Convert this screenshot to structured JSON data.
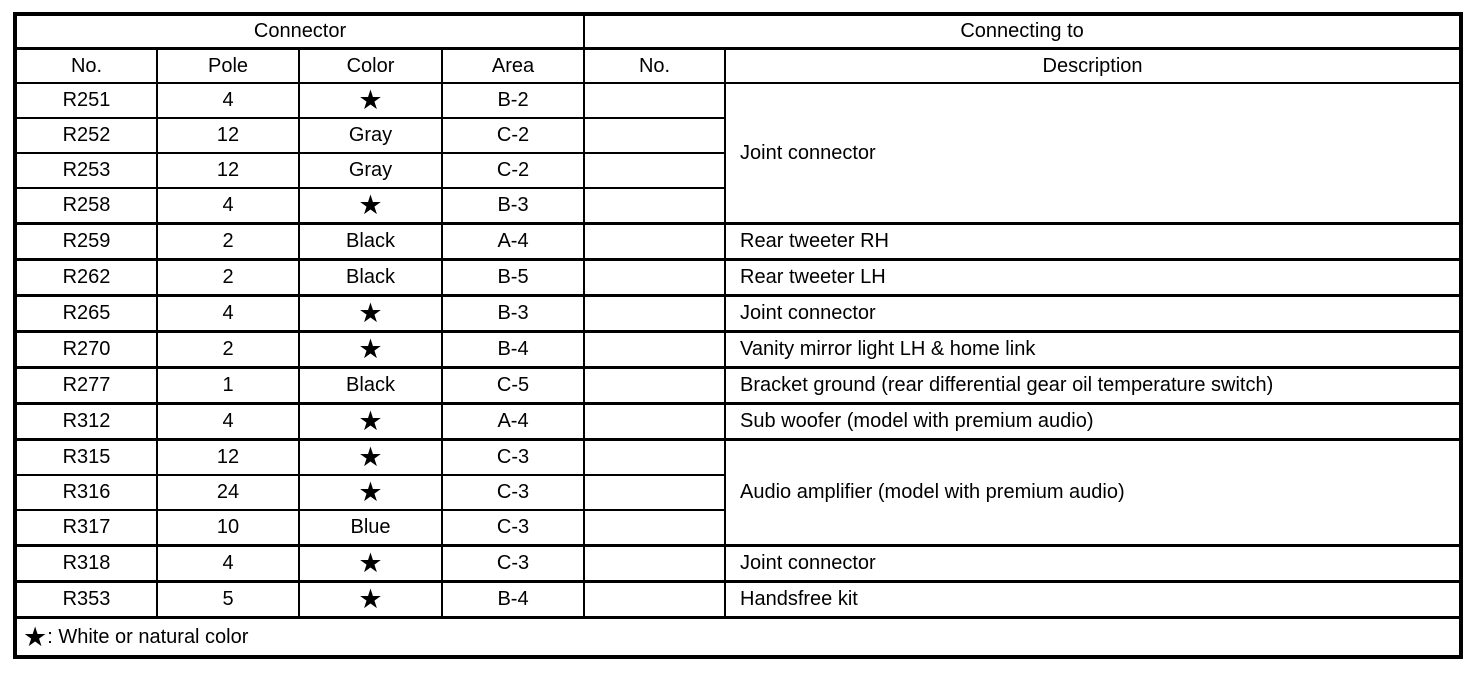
{
  "colors": {
    "background": "#ffffff",
    "border": "#000000",
    "text": "#000000"
  },
  "table": {
    "header": {
      "connector_group": "Connector",
      "connecting_group": "Connecting to",
      "columns": {
        "no": "No.",
        "pole": "Pole",
        "color": "Color",
        "area": "Area",
        "connecting_no": "No.",
        "description": "Description"
      }
    },
    "rows": [
      {
        "no": "R251",
        "pole": "4",
        "color": "★",
        "area": "B-2",
        "description": "Joint connector",
        "description_rowspan": 4
      },
      {
        "no": "R252",
        "pole": "12",
        "color": "Gray",
        "area": "C-2"
      },
      {
        "no": "R253",
        "pole": "12",
        "color": "Gray",
        "area": "C-2"
      },
      {
        "no": "R258",
        "pole": "4",
        "color": "★",
        "area": "B-3"
      },
      {
        "no": "R259",
        "pole": "2",
        "color": "Black",
        "area": "A-4",
        "description": "Rear tweeter RH"
      },
      {
        "no": "R262",
        "pole": "2",
        "color": "Black",
        "area": "B-5",
        "description": "Rear tweeter LH"
      },
      {
        "no": "R265",
        "pole": "4",
        "color": "★",
        "area": "B-3",
        "description": "Joint connector"
      },
      {
        "no": "R270",
        "pole": "2",
        "color": "★",
        "area": "B-4",
        "description": "Vanity mirror light LH & home link"
      },
      {
        "no": "R277",
        "pole": "1",
        "color": "Black",
        "area": "C-5",
        "description": "Bracket ground (rear differential gear oil temperature switch)"
      },
      {
        "no": "R312",
        "pole": "4",
        "color": "★",
        "area": "A-4",
        "description": "Sub woofer (model with premium audio)"
      },
      {
        "no": "R315",
        "pole": "12",
        "color": "★",
        "area": "C-3",
        "description": "Audio amplifier (model with premium audio)",
        "description_rowspan": 3
      },
      {
        "no": "R316",
        "pole": "24",
        "color": "★",
        "area": "C-3"
      },
      {
        "no": "R317",
        "pole": "10",
        "color": "Blue",
        "area": "C-3"
      },
      {
        "no": "R318",
        "pole": "4",
        "color": "★",
        "area": "C-3",
        "description": "Joint connector"
      },
      {
        "no": "R353",
        "pole": "5",
        "color": "★",
        "area": "B-4",
        "description": "Handsfree kit"
      }
    ],
    "legend": {
      "symbol": "★",
      "text": ": White or natural color"
    }
  }
}
